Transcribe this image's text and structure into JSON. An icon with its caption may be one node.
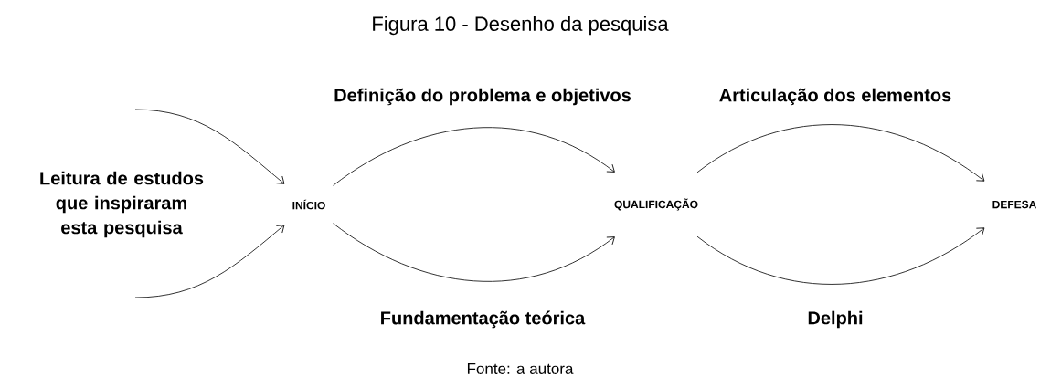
{
  "diagram": {
    "title": "Figura 10 - Desenho da pesquisa",
    "caption": "Fonte: a autora",
    "nodes": [
      {
        "text": [
          "INÍCIO"
        ]
      },
      {
        "text": [
          "QUALIFICAÇÃO"
        ]
      },
      {
        "text": [
          "DEFESA"
        ]
      }
    ],
    "edges": [
      {
        "from": null,
        "to": 0,
        "arrow": "to"
      },
      {
        "from": null,
        "to": 0,
        "arrow": "to"
      },
      {
        "from": 0,
        "to": 1,
        "arrow": "to",
        "label": "Definição do problema e objetivos"
      },
      {
        "from": 0,
        "to": 1,
        "arrow": "to",
        "label": "Fundamentação teórica"
      },
      {
        "from": 1,
        "to": 2,
        "arrow": "to",
        "label": "Articulação dos elementos"
      },
      {
        "from": 1,
        "to": 2,
        "arrow": "to",
        "label": "Delphi"
      }
    ],
    "labels": [
      "Leitura de estudos que inspiraram esta pesquisa"
    ]
  }
}
